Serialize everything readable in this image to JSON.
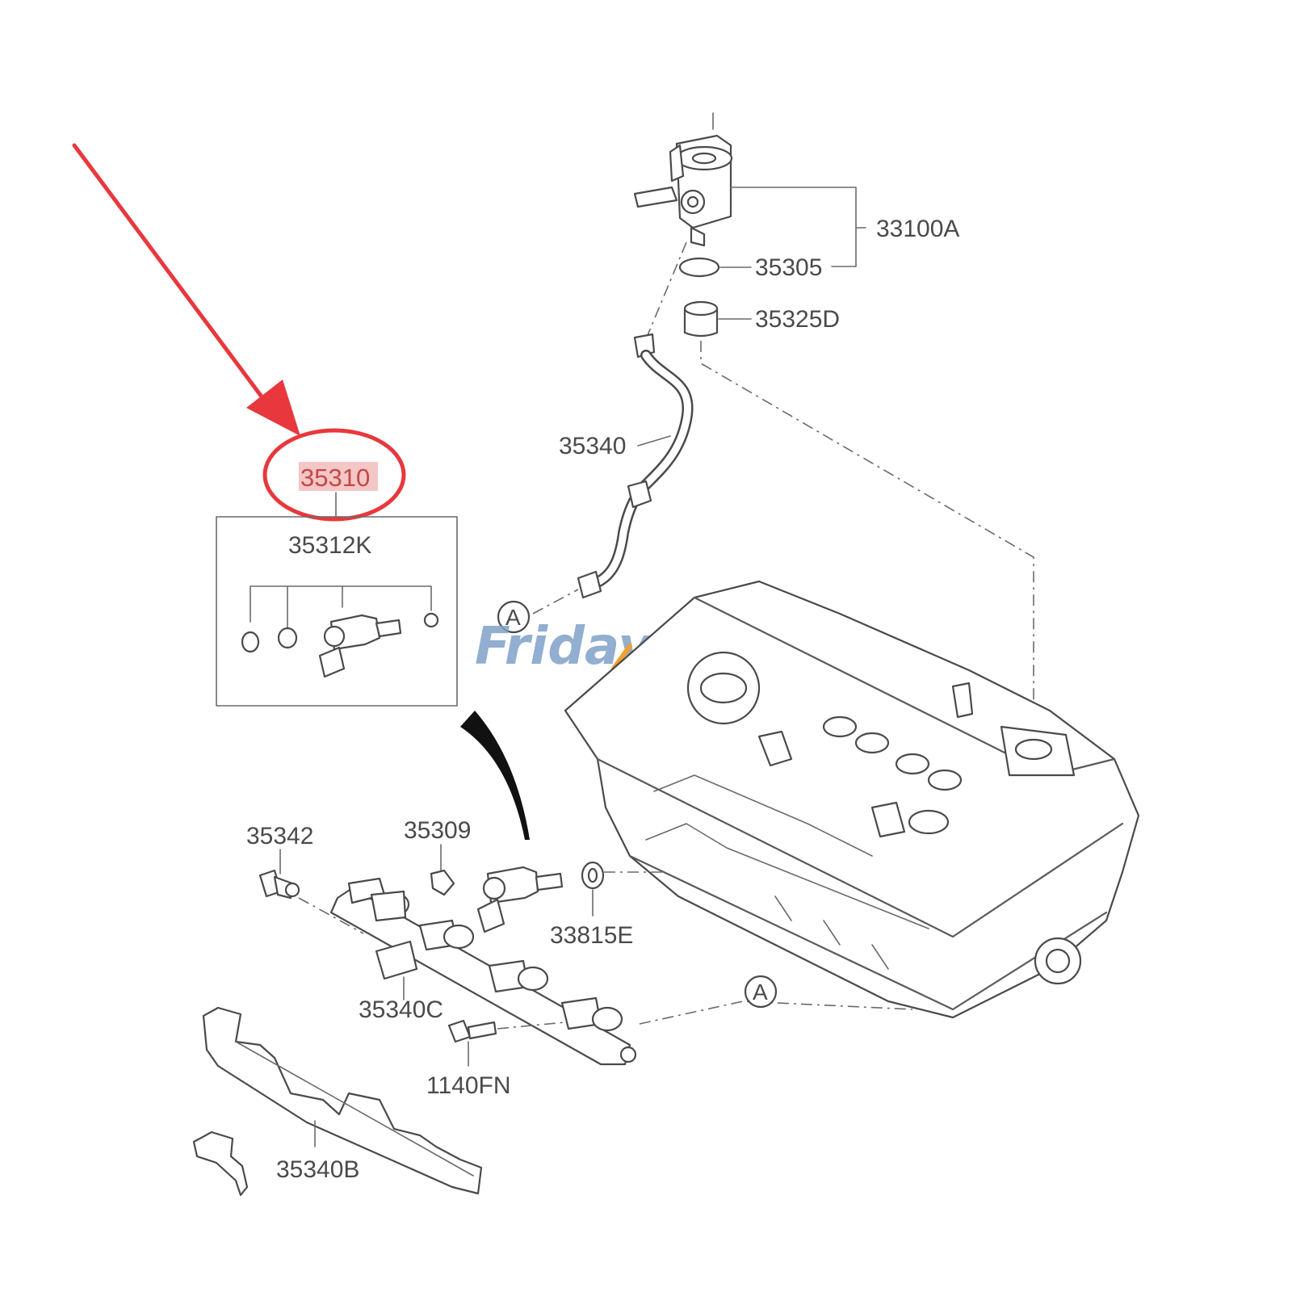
{
  "colors": {
    "background": "#ffffff",
    "linework": "#4a4a4a",
    "highlight_red": "#e8383d",
    "highlight_fill": "#f4c6c6",
    "watermark_blue": "#7fa0c8",
    "watermark_orange": "#f0a030"
  },
  "watermark": {
    "text": "FridayParts"
  },
  "callouts": {
    "highlighted": "35310",
    "kit": "35312K",
    "pump": "33100A",
    "oring": "35305",
    "tappet": "35325D",
    "tube": "35340",
    "sensor": "35342",
    "clip": "35309",
    "seal": "33815E",
    "rail": "35340C",
    "bolt": "1140FN",
    "cover": "35340B"
  },
  "connectors": {
    "a_top": "A",
    "a_bottom": "A"
  },
  "icons": {
    "highlight_arrow": "red-arrow-icon",
    "injector_pointer": "black-pointer-icon",
    "highlight_ring": "red-ellipse-icon"
  }
}
